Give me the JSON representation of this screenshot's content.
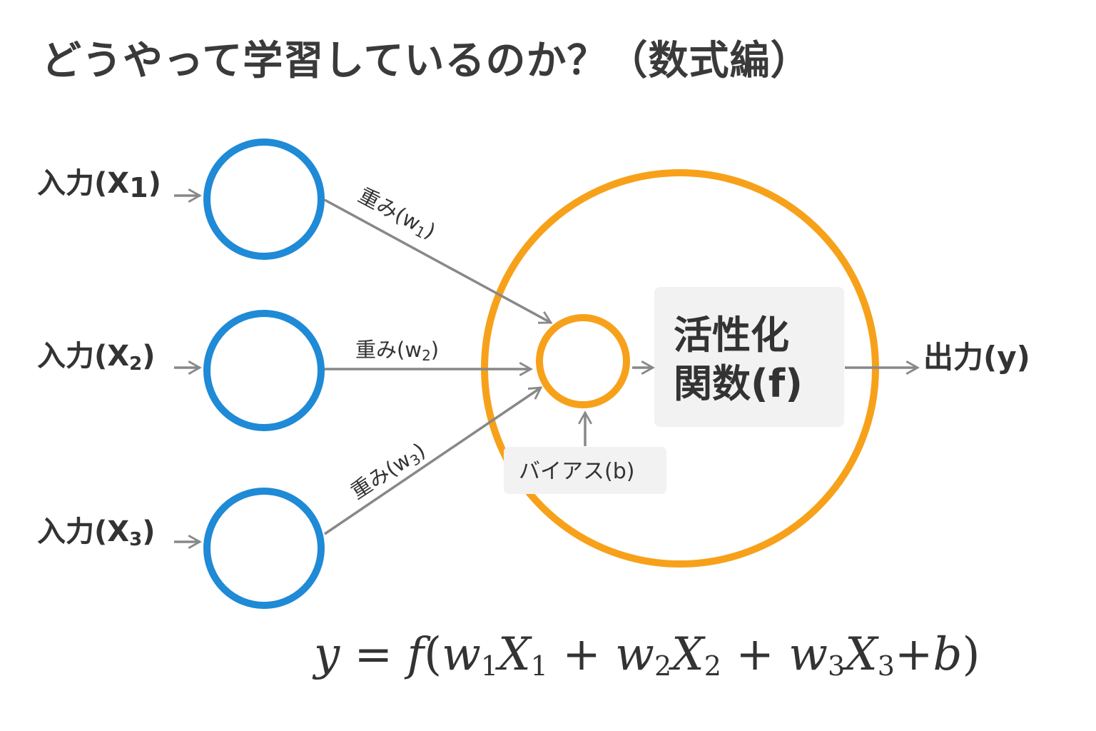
{
  "title": "どうやって学習しているのか？（数式編）",
  "inputs": [
    {
      "label": "入力",
      "var": "X",
      "sub": "1"
    },
    {
      "label": "入力",
      "var": "X",
      "sub": "2"
    },
    {
      "label": "入力",
      "var": "X",
      "sub": "3"
    }
  ],
  "weights": [
    {
      "label": "重み",
      "var": "w",
      "sub": "1"
    },
    {
      "label": "重み",
      "var": "w",
      "sub": "2"
    },
    {
      "label": "重み",
      "var": "w",
      "sub": "3"
    }
  ],
  "activation": {
    "line1": "活性化",
    "line2": "関数",
    "var": "f"
  },
  "bias": {
    "label": "バイアス",
    "var": "b"
  },
  "output": {
    "label": "出力",
    "var": "y"
  },
  "formula": {
    "lhs": "y",
    "eq": "=",
    "f": "f",
    "terms": [
      {
        "w": "w",
        "ws": "1",
        "x": "X",
        "xs": "1"
      },
      {
        "w": "w",
        "ws": "2",
        "x": "X",
        "xs": "2"
      },
      {
        "w": "w",
        "ws": "3",
        "x": "X",
        "xs": "3"
      }
    ],
    "plus": "+",
    "b": "b"
  },
  "colors": {
    "input_ring": "#1f8ad6",
    "neuron_ring": "#f7a11a",
    "arrow": "#888888",
    "box": "#f2f2f2"
  }
}
